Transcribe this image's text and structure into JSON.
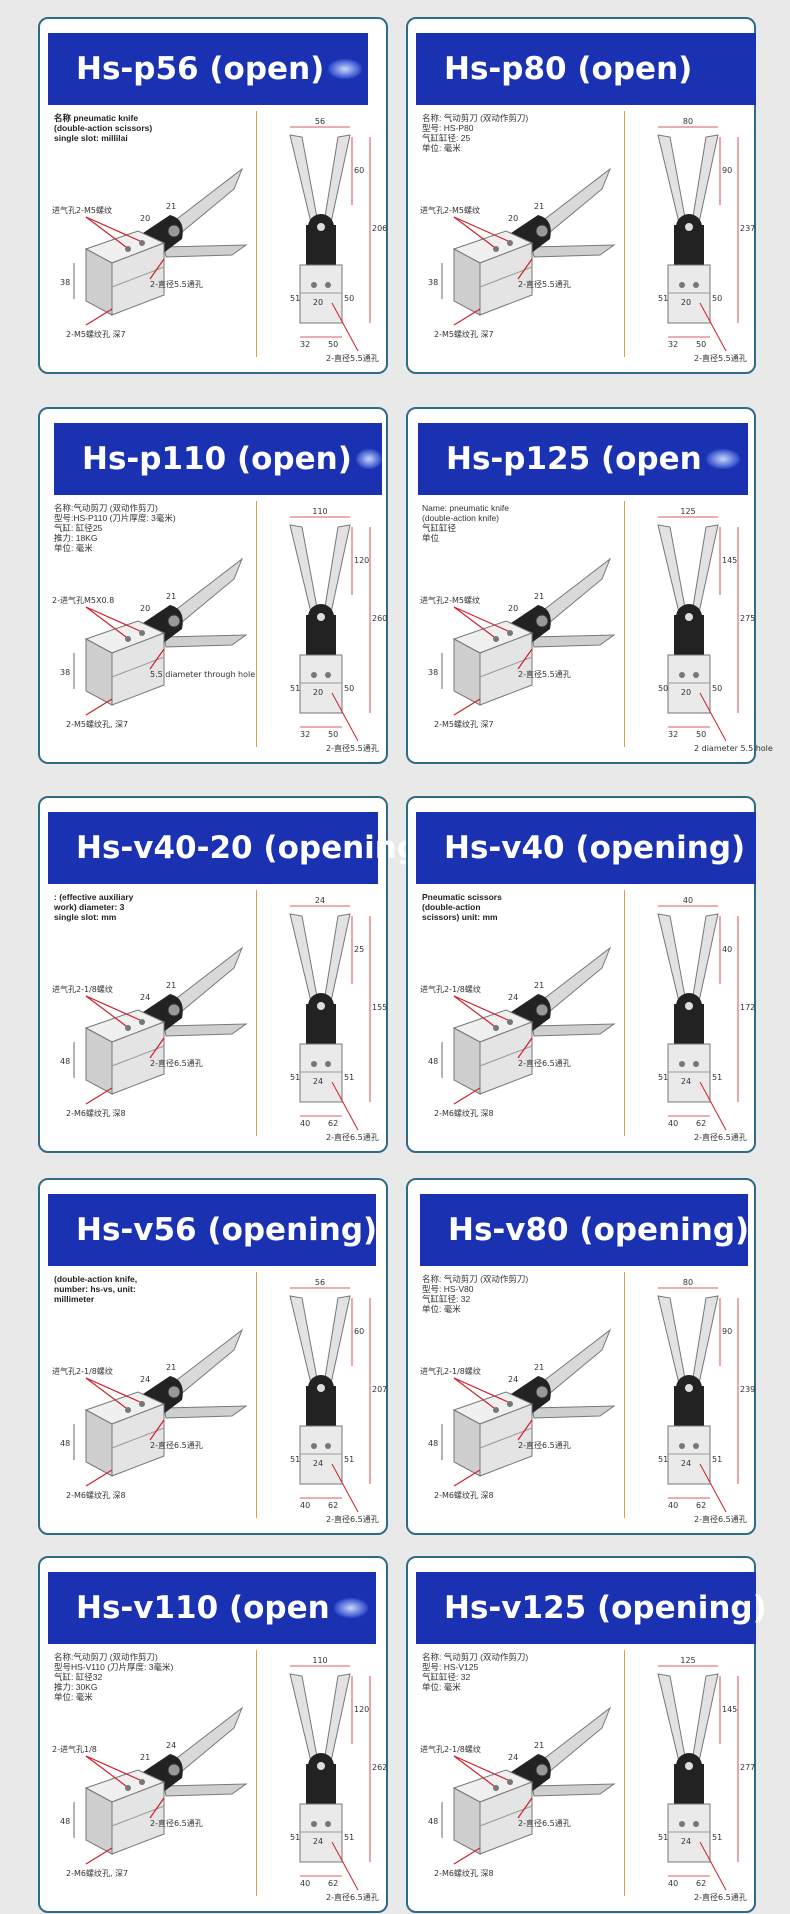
{
  "cards": [
    {
      "title": "Hs-p56 (open)",
      "blur": true,
      "notes": "名称 pneumatic knife\n(double-action scissors)\nsingle slot: millilai",
      "notes_style": "bold",
      "front": {
        "dim_top": "21",
        "dim_mid": "20",
        "dim_left": "38",
        "label_port": "进气孔2-M5螺纹",
        "label_hole": "2-直径5.5通孔",
        "label_screw": "2-M5螺纹孔 深7"
      },
      "side": {
        "w_top": "56",
        "blade": "60",
        "total": "206",
        "d1": "20",
        "d2": "50",
        "d3": "51",
        "d4": "32",
        "d5": "50",
        "label_hole": "2-直径5.5通孔"
      }
    },
    {
      "title": "Hs-p80 (open)",
      "blur": false,
      "notes": "名称: 气动剪刀 (双动作剪刀)\n型号: HS-P80\n气缸缸径: 25\n单位: 毫米",
      "notes_style": "plain",
      "front": {
        "dim_top": "21",
        "dim_mid": "20",
        "dim_left": "38",
        "label_port": "进气孔2-M5螺纹",
        "label_hole": "2-直径5.5通孔",
        "label_screw": "2-M5螺纹孔 深7"
      },
      "side": {
        "w_top": "80",
        "blade": "90",
        "total": "237",
        "d1": "20",
        "d2": "50",
        "d3": "51",
        "d4": "32",
        "d5": "50",
        "label_hole": "2-直径5.5通孔"
      }
    },
    {
      "title": "Hs-p110 (open)",
      "blur": true,
      "notes": "名称:气动剪刀 (双动作剪刀)\n型号:HS-P110 (刀片厚度: 3毫米)\n气缸: 缸径25\n推力: 18KG\n单位: 毫米",
      "notes_style": "plain",
      "front": {
        "dim_top": "21",
        "dim_mid": "20",
        "dim_left": "38",
        "label_port": "2-进气孔M5X0.8",
        "label_hole": "5.5 diameter through hole",
        "label_screw": "2-M5螺纹孔, 深7"
      },
      "side": {
        "w_top": "110",
        "blade": "120",
        "total": "260",
        "d1": "20",
        "d2": "50",
        "d3": "51",
        "d4": "32",
        "d5": "50",
        "label_hole": "2-直径5.5通孔"
      }
    },
    {
      "title": "Hs-p125 (open",
      "blur": true,
      "notes": "Name: pneumatic knife\n(double-action knife)\n气缸缸径\n单位",
      "notes_style": "plain",
      "front": {
        "dim_top": "21",
        "dim_mid": "20",
        "dim_left": "38",
        "label_port": "进气孔2-M5螺纹",
        "label_hole": "2-直径5.5通孔",
        "label_screw": "2-M5螺纹孔 深7"
      },
      "side": {
        "w_top": "125",
        "blade": "145",
        "total": "275",
        "d1": "20",
        "d2": "50",
        "d3": "50",
        "d4": "32",
        "d5": "50",
        "label_hole": "2 diameter 5.5 hole"
      }
    },
    {
      "title": "Hs-v40-20 (opening)",
      "blur": false,
      "notes": ": (effective auxiliary\nwork) diameter: 3\nsingle slot: mm",
      "notes_style": "bold",
      "front": {
        "dim_top": "21",
        "dim_mid": "24",
        "dim_left": "48",
        "label_port": "进气孔2-1/8螺纹",
        "label_hole": "2-直径6.5通孔",
        "label_screw": "2-M6螺纹孔 深8"
      },
      "side": {
        "w_top": "24",
        "blade": "25",
        "total": "155",
        "d1": "24",
        "d2": "51",
        "d3": "51",
        "d4": "40",
        "d5": "62",
        "label_hole": "2-直径6.5通孔"
      }
    },
    {
      "title": "Hs-v40 (opening)",
      "blur": false,
      "notes": "Pneumatic scissors\n(double-action\nscissors) unit: mm",
      "notes_style": "bold",
      "front": {
        "dim_top": "21",
        "dim_mid": "24",
        "dim_left": "48",
        "label_port": "进气孔2-1/8螺纹",
        "label_hole": "2-直径6.5通孔",
        "label_screw": "2-M6螺纹孔 深8"
      },
      "side": {
        "w_top": "40",
        "blade": "40",
        "total": "172",
        "d1": "24",
        "d2": "51",
        "d3": "51",
        "d4": "40",
        "d5": "62",
        "label_hole": "2-直径6.5通孔"
      }
    },
    {
      "title": "Hs-v56 (opening)",
      "blur": false,
      "notes": "(double-action knife,\nnumber: hs-vs, unit:\nmillimeter",
      "notes_style": "bold",
      "front": {
        "dim_top": "21",
        "dim_mid": "24",
        "dim_left": "48",
        "label_port": "进气孔2-1/8螺纹",
        "label_hole": "2-直径6.5通孔",
        "label_screw": "2-M6螺纹孔 深8"
      },
      "side": {
        "w_top": "56",
        "blade": "60",
        "total": "207",
        "d1": "24",
        "d2": "51",
        "d3": "51",
        "d4": "40",
        "d5": "62",
        "label_hole": "2-直径6.5通孔"
      }
    },
    {
      "title": "Hs-v80 (opening)",
      "blur": false,
      "notes": "名称: 气动剪刀 (双动作剪刀)\n型号: HS-V80\n气缸缸径: 32\n单位: 毫米",
      "notes_style": "plain",
      "front": {
        "dim_top": "21",
        "dim_mid": "24",
        "dim_left": "48",
        "label_port": "进气孔2-1/8螺纹",
        "label_hole": "2-直径6.5通孔",
        "label_screw": "2-M6螺纹孔 深8"
      },
      "side": {
        "w_top": "80",
        "blade": "90",
        "total": "239",
        "d1": "24",
        "d2": "51",
        "d3": "51",
        "d4": "40",
        "d5": "62",
        "label_hole": "2-直径6.5通孔"
      }
    },
    {
      "title": "Hs-v110 (open",
      "blur": true,
      "notes": "名称:气动剪刀 (双动作剪刀)\n型号HS-V110 (刀片厚度: 3毫米)\n气缸: 缸径32\n推力: 30KG\n单位: 毫米",
      "notes_style": "plain",
      "front": {
        "dim_top": "24",
        "dim_mid": "21",
        "dim_left": "48",
        "label_port": "2-进气孔1/8",
        "label_hole": "2-直径6.5通孔",
        "label_screw": "2-M6螺纹孔, 深7"
      },
      "side": {
        "w_top": "110",
        "blade": "120",
        "total": "262",
        "d1": "24",
        "d2": "51",
        "d3": "51",
        "d4": "40",
        "d5": "62",
        "label_hole": "2-直径6.5通孔"
      }
    },
    {
      "title": "Hs-v125 (opening)",
      "blur": false,
      "notes": "名称: 气动剪刀 (双动作剪刀)\n型号: HS-V125\n气缸缸径: 32\n单位: 毫米",
      "notes_style": "plain",
      "front": {
        "dim_top": "21",
        "dim_mid": "24",
        "dim_left": "48",
        "label_port": "进气孔2-1/8螺纹",
        "label_hole": "2-直径6.5通孔",
        "label_screw": "2-M6螺纹孔 深8"
      },
      "side": {
        "w_top": "125",
        "blade": "145",
        "total": "277",
        "d1": "24",
        "d2": "51",
        "d3": "51",
        "d4": "40",
        "d5": "62",
        "label_hole": "2-直径6.5通孔"
      }
    }
  ]
}
